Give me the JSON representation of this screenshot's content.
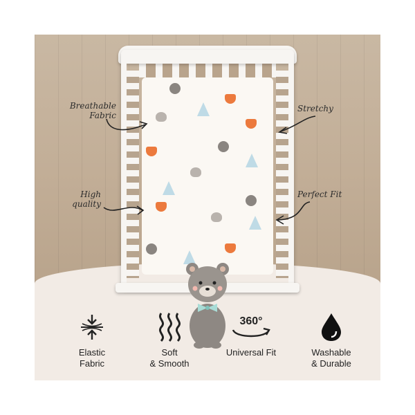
{
  "callouts": {
    "breathable": "Breathable\nFabric",
    "stretchy": "Stretchy",
    "high_quality": "High\nquality",
    "perfect_fit": "Perfect Fit"
  },
  "features": [
    {
      "icon": "compress-arrows-icon",
      "label_line1": "Elastic",
      "label_line2": "Fabric"
    },
    {
      "icon": "wavy-fibers-icon",
      "label_line1": "Soft",
      "label_line2": "& Smooth"
    },
    {
      "icon": "rotate-360-icon",
      "label_line1": "Universal Fit",
      "label_line2": "",
      "badge": "360°"
    },
    {
      "icon": "water-drop-icon",
      "label_line1": "Washable",
      "label_line2": "& Durable"
    }
  ],
  "colors": {
    "panel": "#f2ebe5",
    "floor": "#c2ae97",
    "accent_orange": "#ec7a3d",
    "accent_blue": "#bfdbe6"
  }
}
